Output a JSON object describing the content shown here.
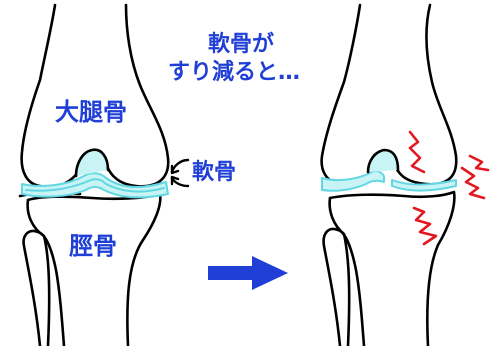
{
  "caption": {
    "line1": "軟骨が",
    "line2": "すり減ると…"
  },
  "labels": {
    "femur": "大腿骨",
    "cartilage": "軟骨",
    "tibia": "脛骨"
  },
  "colors": {
    "text_blue": "#1f3fd6",
    "cartilage_fill": "#c9f4f6",
    "cartilage_stroke": "#62d6e2",
    "pain_red": "#e3171f",
    "outline": "#000000"
  },
  "icons": {
    "transition_arrow": "right-arrow-icon",
    "pain": "zigzag-pain-icon"
  }
}
